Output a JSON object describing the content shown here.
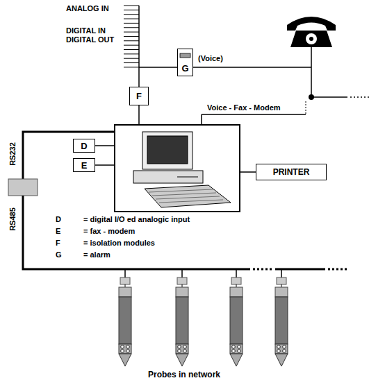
{
  "diagram": {
    "nodes": [
      {
        "text": [
          "D"
        ]
      },
      {
        "text": [
          "E"
        ]
      },
      {
        "text": [
          "F"
        ]
      },
      {
        "text": [
          "G"
        ]
      },
      {
        "text": [
          "PRINTER"
        ]
      }
    ],
    "labels": [
      "ANALOG IN",
      "DIGITAL IN",
      "DIGITAL OUT",
      "(Voice)",
      "Voice - Fax - Modem",
      "RS232",
      "RS485",
      "D",
      "= digital I/O ed analogic input",
      "E",
      "= fax - modem",
      "F",
      "= isolation modules",
      "G",
      "= alarm",
      "Probes in network"
    ]
  }
}
